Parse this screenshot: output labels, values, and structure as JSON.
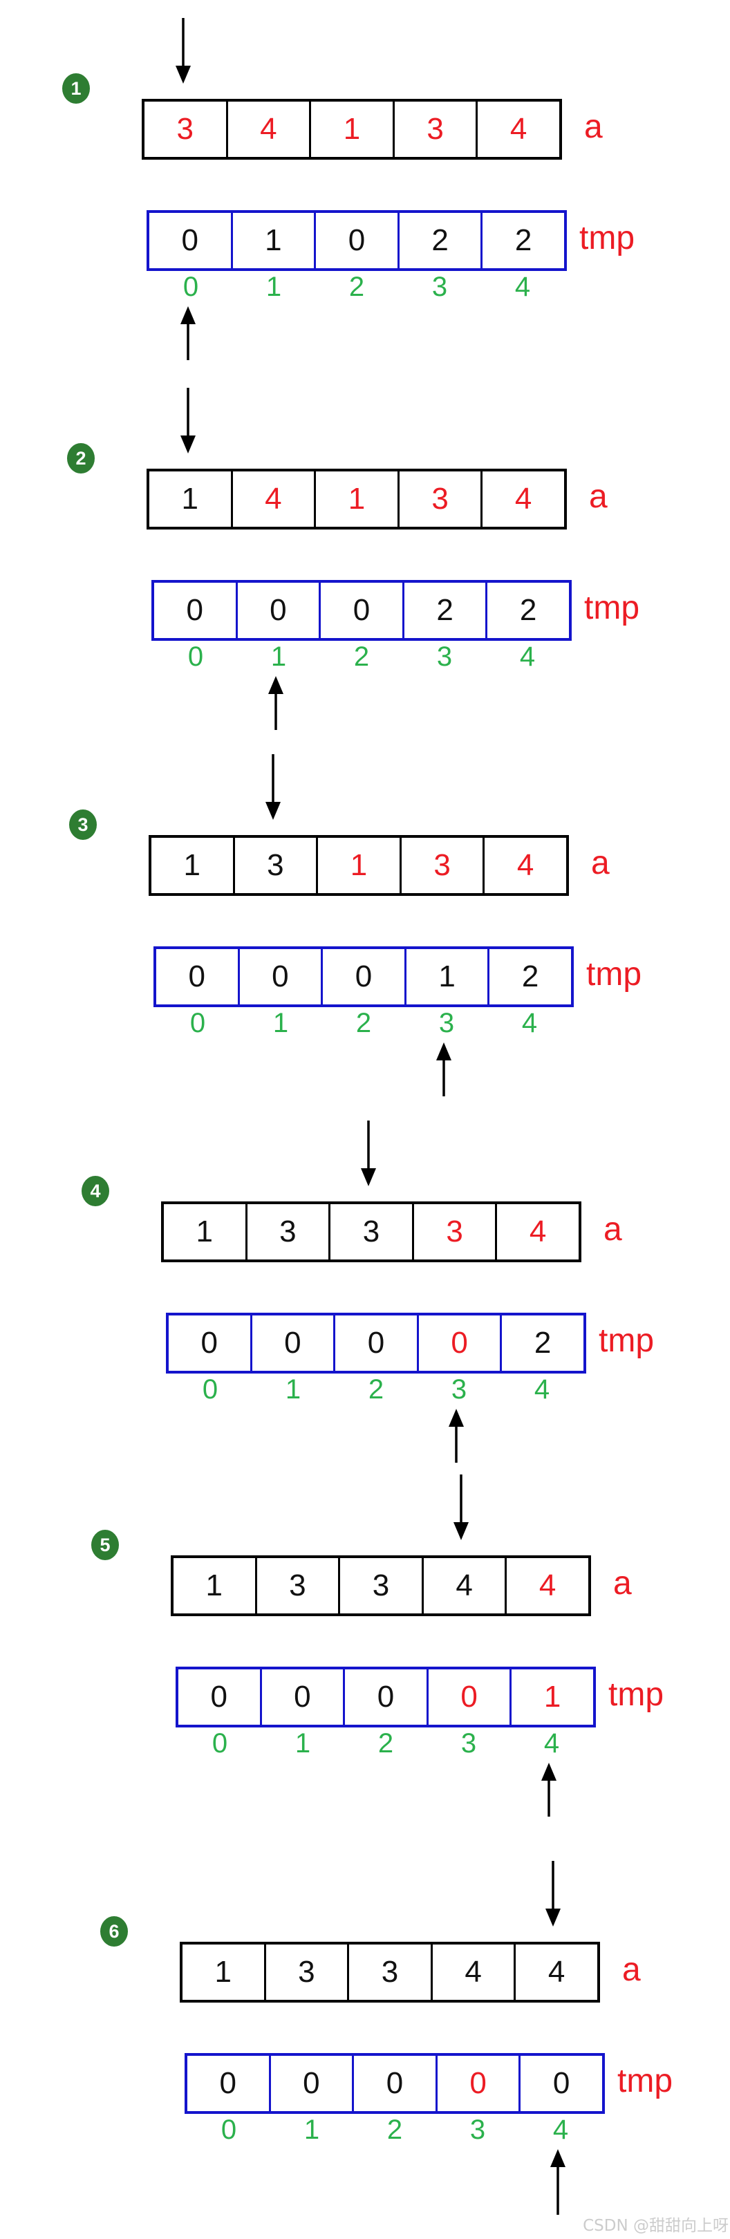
{
  "colors": {
    "red": "#ec1c24",
    "black": "#111111",
    "blue_border": "#1414cc",
    "black_border": "#000000",
    "index_green": "#2bb14c",
    "badge_green": "#2e7d32",
    "watermark_gray": "#cccccc"
  },
  "labels": {
    "a": "a",
    "tmp": "tmp"
  },
  "index_labels": [
    "0",
    "1",
    "2",
    "3",
    "4"
  ],
  "watermark": {
    "text": "CSDN @甜甜向上呀"
  },
  "steps": [
    {
      "badge": "1",
      "a": {
        "values": [
          "3",
          "4",
          "1",
          "3",
          "4"
        ],
        "colors": [
          "red",
          "red",
          "red",
          "red",
          "red"
        ]
      },
      "tmp": {
        "values": [
          "0",
          "1",
          "0",
          "2",
          "2"
        ],
        "colors": [
          "black",
          "black",
          "black",
          "black",
          "black"
        ]
      },
      "down_arrow_cell": 0,
      "up_arrow_cell": 0
    },
    {
      "badge": "2",
      "a": {
        "values": [
          "1",
          "4",
          "1",
          "3",
          "4"
        ],
        "colors": [
          "black",
          "red",
          "red",
          "red",
          "red"
        ]
      },
      "tmp": {
        "values": [
          "0",
          "0",
          "0",
          "2",
          "2"
        ],
        "colors": [
          "black",
          "black",
          "black",
          "black",
          "black"
        ]
      },
      "down_arrow_cell": 0,
      "up_arrow_cell": 1
    },
    {
      "badge": "3",
      "a": {
        "values": [
          "1",
          "3",
          "1",
          "3",
          "4"
        ],
        "colors": [
          "black",
          "black",
          "red",
          "red",
          "red"
        ]
      },
      "tmp": {
        "values": [
          "0",
          "0",
          "0",
          "1",
          "2"
        ],
        "colors": [
          "black",
          "black",
          "black",
          "black",
          "black"
        ]
      },
      "down_arrow_cell": 1,
      "up_arrow_cell": 3
    },
    {
      "badge": "4",
      "a": {
        "values": [
          "1",
          "3",
          "3",
          "3",
          "4"
        ],
        "colors": [
          "black",
          "black",
          "black",
          "red",
          "red"
        ]
      },
      "tmp": {
        "values": [
          "0",
          "0",
          "0",
          "0",
          "2"
        ],
        "colors": [
          "black",
          "black",
          "black",
          "red",
          "black"
        ]
      },
      "down_arrow_cell": 2,
      "up_arrow_cell": 3
    },
    {
      "badge": "5",
      "a": {
        "values": [
          "1",
          "3",
          "3",
          "4",
          "4"
        ],
        "colors": [
          "black",
          "black",
          "black",
          "black",
          "red"
        ]
      },
      "tmp": {
        "values": [
          "0",
          "0",
          "0",
          "0",
          "1"
        ],
        "colors": [
          "black",
          "black",
          "black",
          "red",
          "red"
        ]
      },
      "down_arrow_cell": 3,
      "up_arrow_cell": 4
    },
    {
      "badge": "6",
      "a": {
        "values": [
          "1",
          "3",
          "3",
          "4",
          "4"
        ],
        "colors": [
          "black",
          "black",
          "black",
          "black",
          "black"
        ]
      },
      "tmp": {
        "values": [
          "0",
          "0",
          "0",
          "0",
          "0"
        ],
        "colors": [
          "black",
          "black",
          "black",
          "red",
          "black"
        ]
      },
      "down_arrow_cell": 4,
      "up_arrow_cell": 4
    }
  ]
}
